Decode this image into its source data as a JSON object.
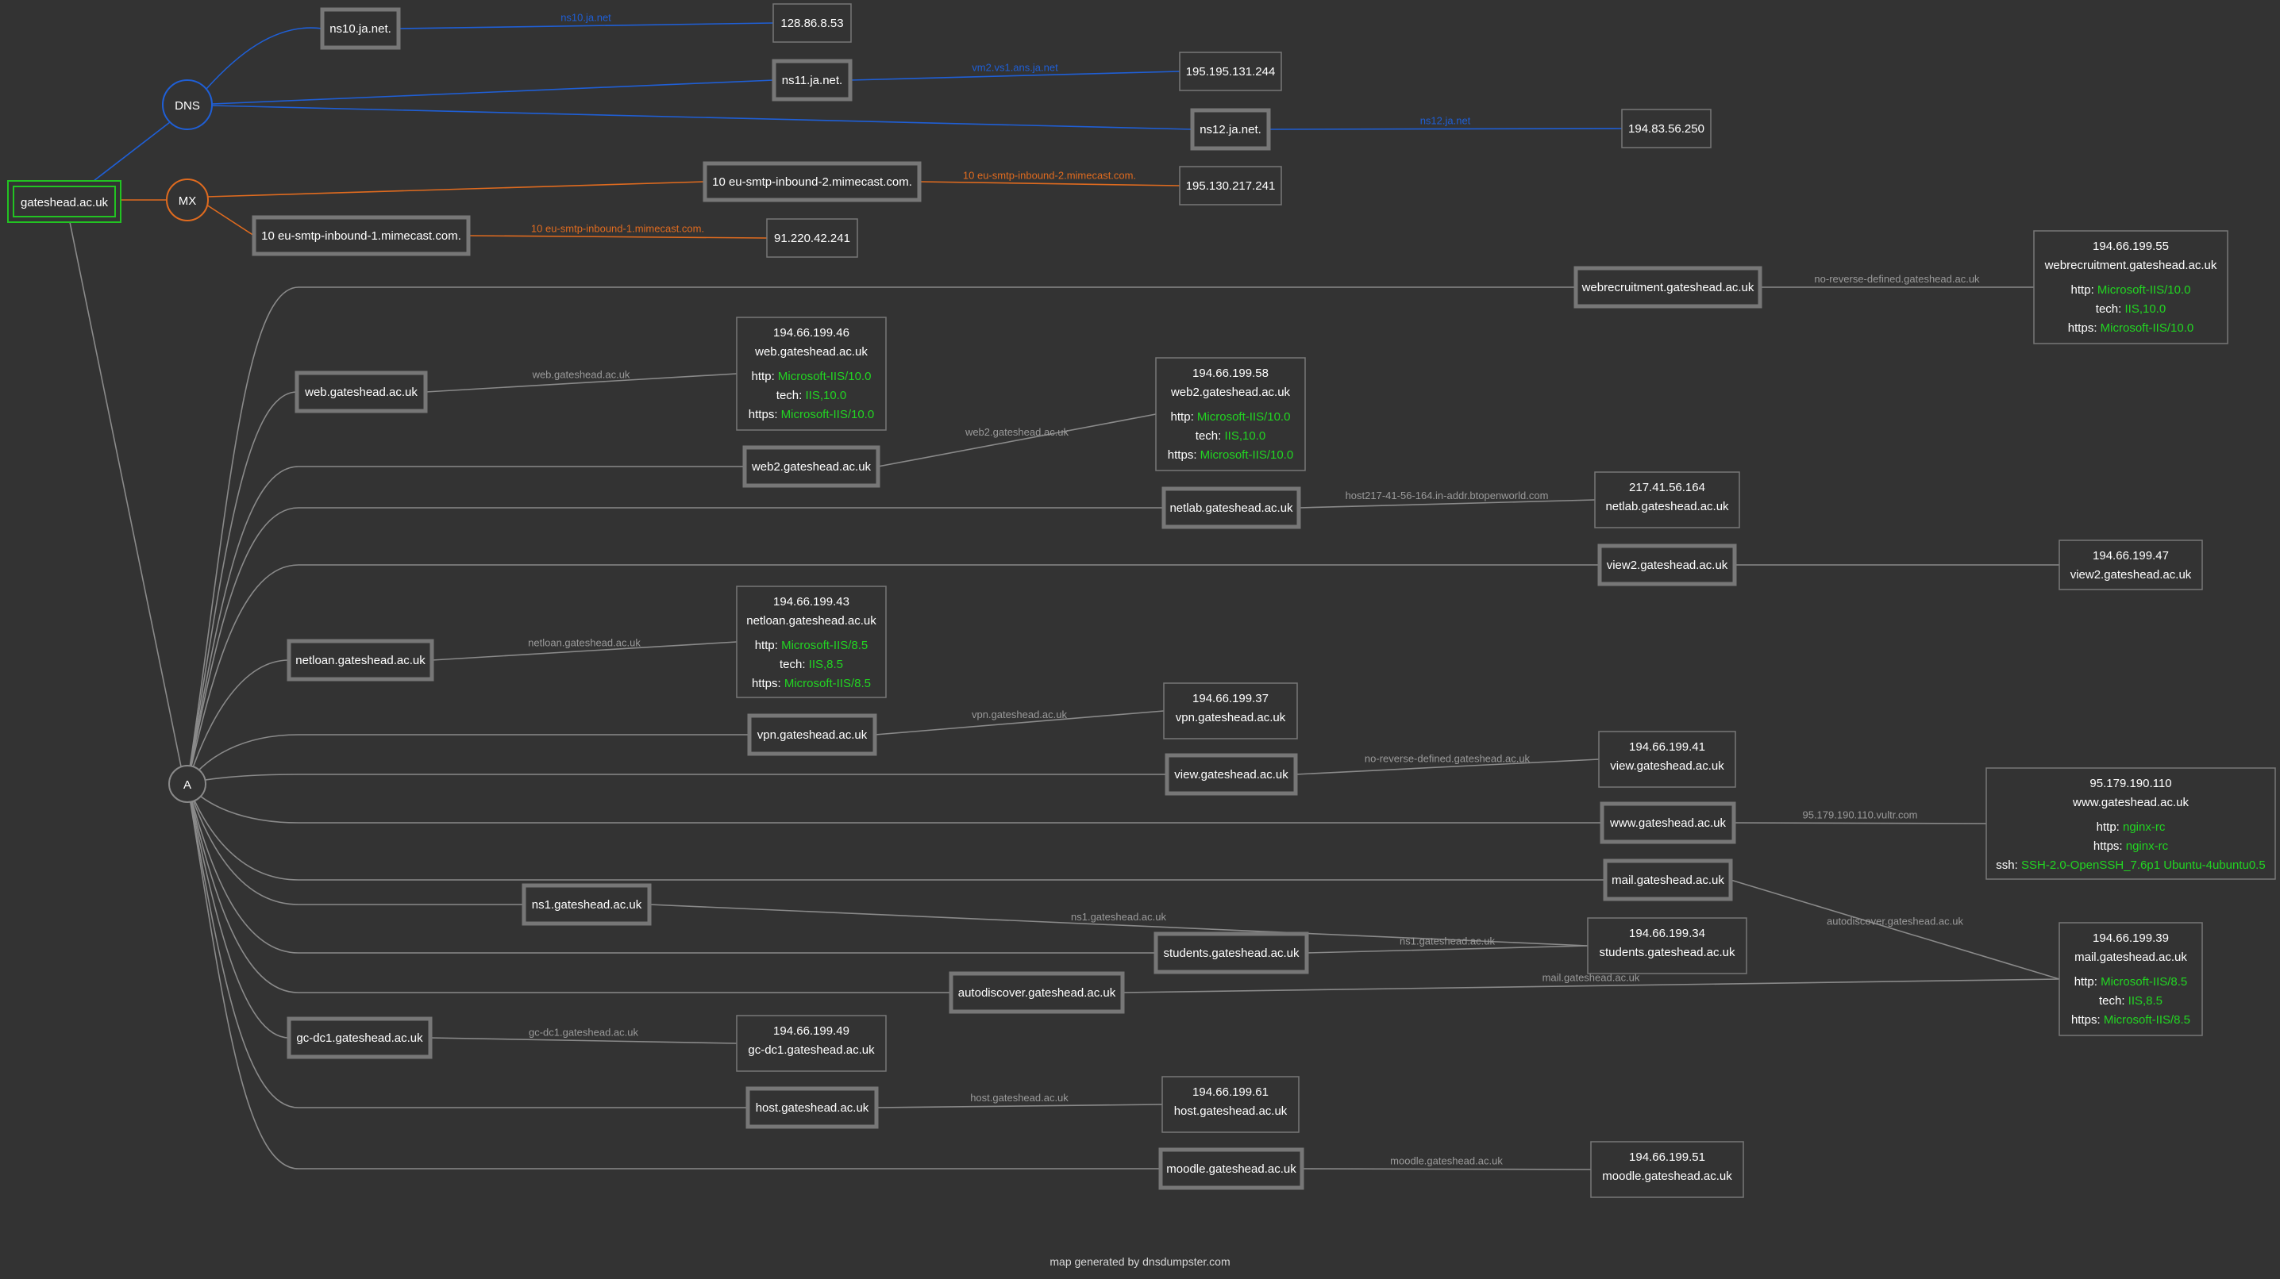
{
  "colors": {
    "background": "#333333",
    "dns": "#1f5fd6",
    "mx": "#e06b1f",
    "a": "#8a8a8a",
    "root": "#22c322",
    "server_label": "#22d522",
    "text": "#ffffff",
    "box_border": "#777777",
    "edge_label": "#9a9a9a"
  },
  "root": {
    "label": "gateshead.ac.uk"
  },
  "groups": {
    "dns": "DNS",
    "mx": "MX",
    "a": "A"
  },
  "dns_records": [
    {
      "host": "ns10.ja.net.",
      "ip": "128.86.8.53",
      "reverse": "ns10.ja.net"
    },
    {
      "host": "ns11.ja.net.",
      "ip": "195.195.131.244",
      "reverse": "vm2.vs1.ans.ja.net"
    },
    {
      "host": "ns12.ja.net.",
      "ip": "194.83.56.250",
      "reverse": "ns12.ja.net"
    }
  ],
  "mx_records": [
    {
      "host": "10 eu-smtp-inbound-2.mimecast.com.",
      "ip": "195.130.217.241",
      "reverse": "10 eu-smtp-inbound-2.mimecast.com."
    },
    {
      "host": "10 eu-smtp-inbound-1.mimecast.com.",
      "ip": "91.220.42.241",
      "reverse": "10 eu-smtp-inbound-1.mimecast.com."
    }
  ],
  "a_records": [
    {
      "host": "webrecruitment.gateshead.ac.uk",
      "reverse": "no-reverse-defined.gateshead.ac.uk",
      "target": "t_webrec"
    },
    {
      "host": "web.gateshead.ac.uk",
      "reverse": "web.gateshead.ac.uk",
      "target": "t_web"
    },
    {
      "host": "web2.gateshead.ac.uk",
      "reverse": "web2.gateshead.ac.uk",
      "target": "t_web2"
    },
    {
      "host": "netlab.gateshead.ac.uk",
      "reverse": "host217-41-56-164.in-addr.btopenworld.com",
      "target": "t_netlab"
    },
    {
      "host": "view2.gateshead.ac.uk",
      "reverse": "",
      "target": "t_view2"
    },
    {
      "host": "netloan.gateshead.ac.uk",
      "reverse": "netloan.gateshead.ac.uk",
      "target": "t_netloan"
    },
    {
      "host": "vpn.gateshead.ac.uk",
      "reverse": "vpn.gateshead.ac.uk",
      "target": "t_vpn"
    },
    {
      "host": "view.gateshead.ac.uk",
      "reverse": "no-reverse-defined.gateshead.ac.uk",
      "target": "t_view"
    },
    {
      "host": "www.gateshead.ac.uk",
      "reverse": "95.179.190.110.vultr.com",
      "target": "t_www"
    },
    {
      "host": "mail.gateshead.ac.uk",
      "reverse": "autodiscover.gateshead.ac.uk",
      "target": "t_mail"
    },
    {
      "host": "ns1.gateshead.ac.uk",
      "reverse": "ns1.gateshead.ac.uk",
      "target": "t_students"
    },
    {
      "host": "students.gateshead.ac.uk",
      "reverse": "ns1.gateshead.ac.uk",
      "target": "t_students"
    },
    {
      "host": "autodiscover.gateshead.ac.uk",
      "reverse": "mail.gateshead.ac.uk",
      "target": "t_mail"
    },
    {
      "host": "gc-dc1.gateshead.ac.uk",
      "reverse": "gc-dc1.gateshead.ac.uk",
      "target": "t_gcdc1"
    },
    {
      "host": "host.gateshead.ac.uk",
      "reverse": "host.gateshead.ac.uk",
      "target": "t_host"
    },
    {
      "host": "moodle.gateshead.ac.uk",
      "reverse": "moodle.gateshead.ac.uk",
      "target": "t_moodle"
    }
  ],
  "targets": {
    "t_webrec": {
      "ip": "194.66.199.55",
      "name": "webrecruitment.gateshead.ac.uk",
      "services": [
        {
          "k": "http:",
          "v": "Microsoft-IIS/10.0"
        },
        {
          "k": "tech:",
          "v": "IIS,10.0"
        },
        {
          "k": "https:",
          "v": "Microsoft-IIS/10.0"
        }
      ]
    },
    "t_web": {
      "ip": "194.66.199.46",
      "name": "web.gateshead.ac.uk",
      "services": [
        {
          "k": "http:",
          "v": "Microsoft-IIS/10.0"
        },
        {
          "k": "tech:",
          "v": "IIS,10.0"
        },
        {
          "k": "https:",
          "v": "Microsoft-IIS/10.0"
        }
      ]
    },
    "t_web2": {
      "ip": "194.66.199.58",
      "name": "web2.gateshead.ac.uk",
      "services": [
        {
          "k": "http:",
          "v": "Microsoft-IIS/10.0"
        },
        {
          "k": "tech:",
          "v": "IIS,10.0"
        },
        {
          "k": "https:",
          "v": "Microsoft-IIS/10.0"
        }
      ]
    },
    "t_netlab": {
      "ip": "217.41.56.164",
      "name": "netlab.gateshead.ac.uk",
      "services": []
    },
    "t_view2": {
      "ip": "194.66.199.47",
      "name": "view2.gateshead.ac.uk",
      "services": []
    },
    "t_netloan": {
      "ip": "194.66.199.43",
      "name": "netloan.gateshead.ac.uk",
      "services": [
        {
          "k": "http:",
          "v": "Microsoft-IIS/8.5"
        },
        {
          "k": "tech:",
          "v": "IIS,8.5"
        },
        {
          "k": "https:",
          "v": "Microsoft-IIS/8.5"
        }
      ]
    },
    "t_vpn": {
      "ip": "194.66.199.37",
      "name": "vpn.gateshead.ac.uk",
      "services": []
    },
    "t_view": {
      "ip": "194.66.199.41",
      "name": "view.gateshead.ac.uk",
      "services": []
    },
    "t_www": {
      "ip": "95.179.190.110",
      "name": "www.gateshead.ac.uk",
      "services": [
        {
          "k": "http:",
          "v": "nginx-rc"
        },
        {
          "k": "https:",
          "v": "nginx-rc"
        },
        {
          "k": "ssh:",
          "v": "SSH-2.0-OpenSSH_7.6p1 Ubuntu-4ubuntu0.5"
        }
      ]
    },
    "t_mail": {
      "ip": "194.66.199.39",
      "name": "mail.gateshead.ac.uk",
      "services": [
        {
          "k": "http:",
          "v": "Microsoft-IIS/8.5"
        },
        {
          "k": "tech:",
          "v": "IIS,8.5"
        },
        {
          "k": "https:",
          "v": "Microsoft-IIS/8.5"
        }
      ]
    },
    "t_students": {
      "ip": "194.66.199.34",
      "name": "students.gateshead.ac.uk",
      "services": []
    },
    "t_gcdc1": {
      "ip": "194.66.199.49",
      "name": "gc-dc1.gateshead.ac.uk",
      "services": []
    },
    "t_host": {
      "ip": "194.66.199.61",
      "name": "host.gateshead.ac.uk",
      "services": []
    },
    "t_moodle": {
      "ip": "194.66.199.51",
      "name": "moodle.gateshead.ac.uk",
      "services": []
    }
  },
  "footer": "map generated by dnsdumpster.com"
}
